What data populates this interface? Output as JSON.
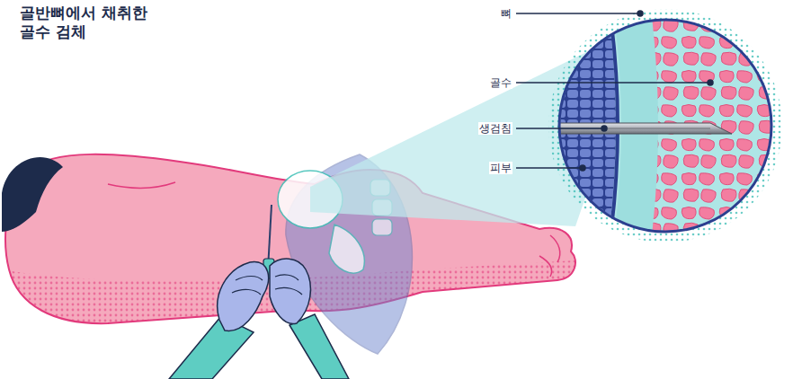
{
  "diagram": {
    "title": "골반뼈에서 채취한 골수 검체",
    "labels": [
      "뼈",
      "골수",
      "생검침",
      "피부"
    ]
  }
}
